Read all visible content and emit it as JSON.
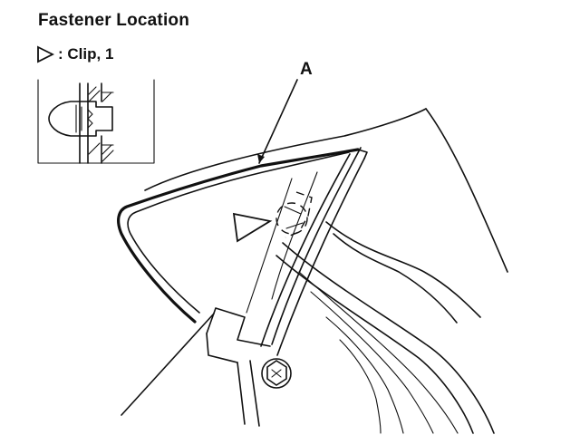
{
  "header": {
    "title": "Fastener Location"
  },
  "legend": {
    "symbol_icon": "triangle-outline-icon",
    "text": ": Clip, 1"
  },
  "callouts": {
    "part_label": "A"
  }
}
